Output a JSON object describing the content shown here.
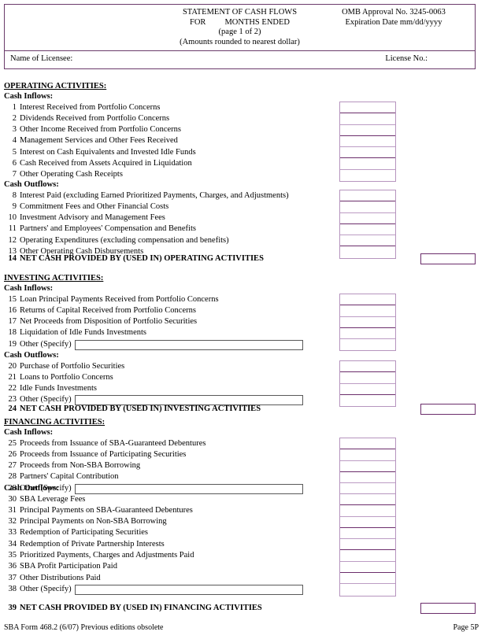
{
  "header": {
    "title_line1": "STATEMENT OF CASH FLOWS",
    "title_for": "FOR",
    "title_months": "MONTHS ENDED",
    "title_page": "(page 1 of 2)",
    "title_note": "(Amounts rounded to nearest dollar)",
    "omb_approval": "OMB Approval No. 3245-0063",
    "omb_expiration": "Expiration Date  mm/dd/yyyy",
    "name_of_licensee_label": "Name of Licensee:",
    "name_of_licensee_value": "",
    "license_no_label": "License No.:",
    "license_no_value": ""
  },
  "sections": [
    {
      "heading": "OPERATING ACTIVITIES:",
      "inflow_label": "Cash Inflows:",
      "outflow_label": "Cash Outflows:",
      "inflows": [
        {
          "num": "1",
          "label": "Interest Received from Portfolio Concerns",
          "value": ""
        },
        {
          "num": "2",
          "label": "Dividends Received from Portfolio Concerns",
          "value": ""
        },
        {
          "num": "3",
          "label": "Other Income Received from Portfolio Concerns",
          "value": ""
        },
        {
          "num": "4",
          "label": "Management Services and Other Fees Received",
          "value": ""
        },
        {
          "num": "5",
          "label": "Interest on Cash Equivalents and Invested Idle Funds",
          "value": ""
        },
        {
          "num": "6",
          "label": "Cash Received from Assets Acquired in Liquidation",
          "value": ""
        },
        {
          "num": "7",
          "label": "Other Operating Cash Receipts",
          "value": ""
        }
      ],
      "outflows": [
        {
          "num": "8",
          "label": "Interest Paid (excluding Earned Prioritized Payments, Charges, and Adjustments)",
          "value": ""
        },
        {
          "num": "9",
          "label": "Commitment Fees and Other Financial Costs",
          "value": ""
        },
        {
          "num": "10",
          "label": "Investment Advisory and Management Fees",
          "value": ""
        },
        {
          "num": "11",
          "label": "Partners' and Employees' Compensation and Benefits",
          "value": ""
        },
        {
          "num": "12",
          "label": "Operating Expenditures (excluding compensation and benefits)",
          "value": ""
        },
        {
          "num": "13",
          "label": "Other Operating Cash Disbursements",
          "value": ""
        }
      ],
      "total": {
        "num": "14",
        "label": "NET CASH PROVIDED BY (USED IN) OPERATING ACTIVITIES",
        "value": ""
      }
    },
    {
      "heading": "INVESTING ACTIVITIES:",
      "inflow_label": "Cash Inflows:",
      "outflow_label": "Cash Outflows:",
      "inflows": [
        {
          "num": "15",
          "label": "Loan Principal Payments Received from Portfolio Concerns",
          "value": ""
        },
        {
          "num": "16",
          "label": "Returns of Capital Received from Portfolio Concerns",
          "value": ""
        },
        {
          "num": "17",
          "label": "Net Proceeds from Disposition of Portfolio Securities",
          "value": ""
        },
        {
          "num": "18",
          "label": "Liquidation of Idle Funds Investments",
          "value": ""
        },
        {
          "num": "19",
          "label": "Other (Specify)",
          "specify": true,
          "specify_value": "",
          "value": ""
        }
      ],
      "outflows": [
        {
          "num": "20",
          "label": "Purchase of Portfolio Securities",
          "value": ""
        },
        {
          "num": "21",
          "label": "Loans to Portfolio Concerns",
          "value": ""
        },
        {
          "num": "22",
          "label": "Idle Funds Investments",
          "value": ""
        },
        {
          "num": "23",
          "label": "Other (Specify)",
          "specify": true,
          "specify_value": "",
          "value": ""
        }
      ],
      "total": {
        "num": "24",
        "label": "NET CASH PROVIDED BY (USED IN) INVESTING ACTIVITIES",
        "value": ""
      }
    },
    {
      "heading": "FINANCING ACTIVITIES:",
      "inflow_label": "Cash Inflows:",
      "outflow_label": "Cash Outflows:",
      "inflows": [
        {
          "num": "25",
          "label": "Proceeds from Issuance of SBA-Guaranteed Debentures",
          "value": ""
        },
        {
          "num": "26",
          "label": "Proceeds from Issuance of Participating Securities",
          "value": ""
        },
        {
          "num": "27",
          "label": "Proceeds from Non-SBA Borrowing",
          "value": ""
        },
        {
          "num": "28",
          "label": "Partners' Capital Contribution",
          "value": ""
        },
        {
          "num": "29",
          "label": "Other (Specify)",
          "specify": true,
          "specify_value": "",
          "value": ""
        }
      ],
      "outflows": [
        {
          "num": "30",
          "label": "SBA Leverage Fees",
          "value": ""
        },
        {
          "num": "31",
          "label": "Principal Payments on SBA-Guaranteed Debentures",
          "value": ""
        },
        {
          "num": "32",
          "label": "Principal Payments on Non-SBA Borrowing",
          "value": ""
        },
        {
          "num": "33",
          "label": "Redemption of Participating Securities",
          "value": ""
        },
        {
          "num": "34",
          "label": "Redemption of Private Partnership Interests",
          "value": ""
        },
        {
          "num": "35",
          "label": "Prioritized Payments, Charges and Adjustments Paid",
          "value": ""
        },
        {
          "num": "36",
          "label": "SBA Profit Participation Paid",
          "value": ""
        },
        {
          "num": "37",
          "label": "Other Distributions Paid",
          "value": ""
        },
        {
          "num": "38",
          "label": "Other (Specify)",
          "specify": true,
          "specify_value": "",
          "value": ""
        }
      ],
      "total": {
        "num": "39",
        "label": "NET CASH PROVIDED BY (USED IN) FINANCING ACTIVITIES",
        "value": ""
      }
    }
  ],
  "footer": {
    "left": "SBA Form 468.2 (6/07)  Previous editions obsolete",
    "right": "Page 5P"
  },
  "colors": {
    "border_purple_light": "#b694be",
    "border_purple_dark": "#6b2d6b",
    "header_border": "#6b3b6b",
    "specify_border": "#595959",
    "text": "#000000"
  }
}
